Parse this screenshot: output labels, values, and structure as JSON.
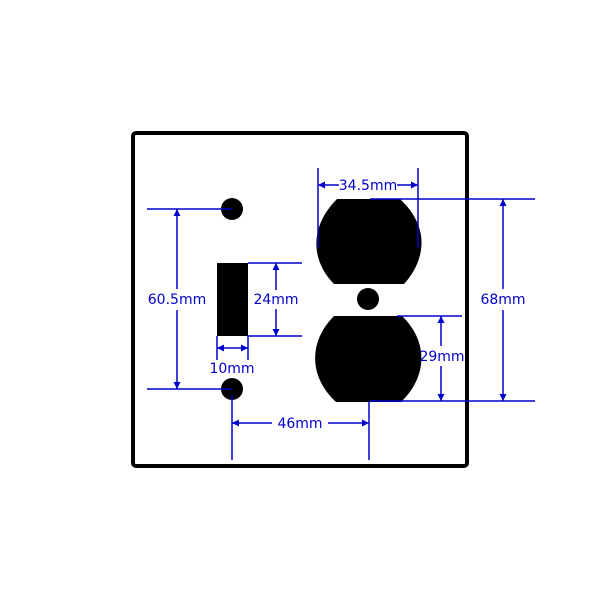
{
  "colors": {
    "background": "#ffffff",
    "outline": "#000000",
    "cutout": "#000000",
    "dimension": "#0000cc"
  },
  "dimensions": {
    "receptacle_width": "34.5mm",
    "mount_hole_spacing": "60.5mm",
    "toggle_height": "24mm",
    "toggle_width": "10mm",
    "receptacle_span": "68mm",
    "receptacle_height": "29mm",
    "center_offset": "46mm"
  }
}
